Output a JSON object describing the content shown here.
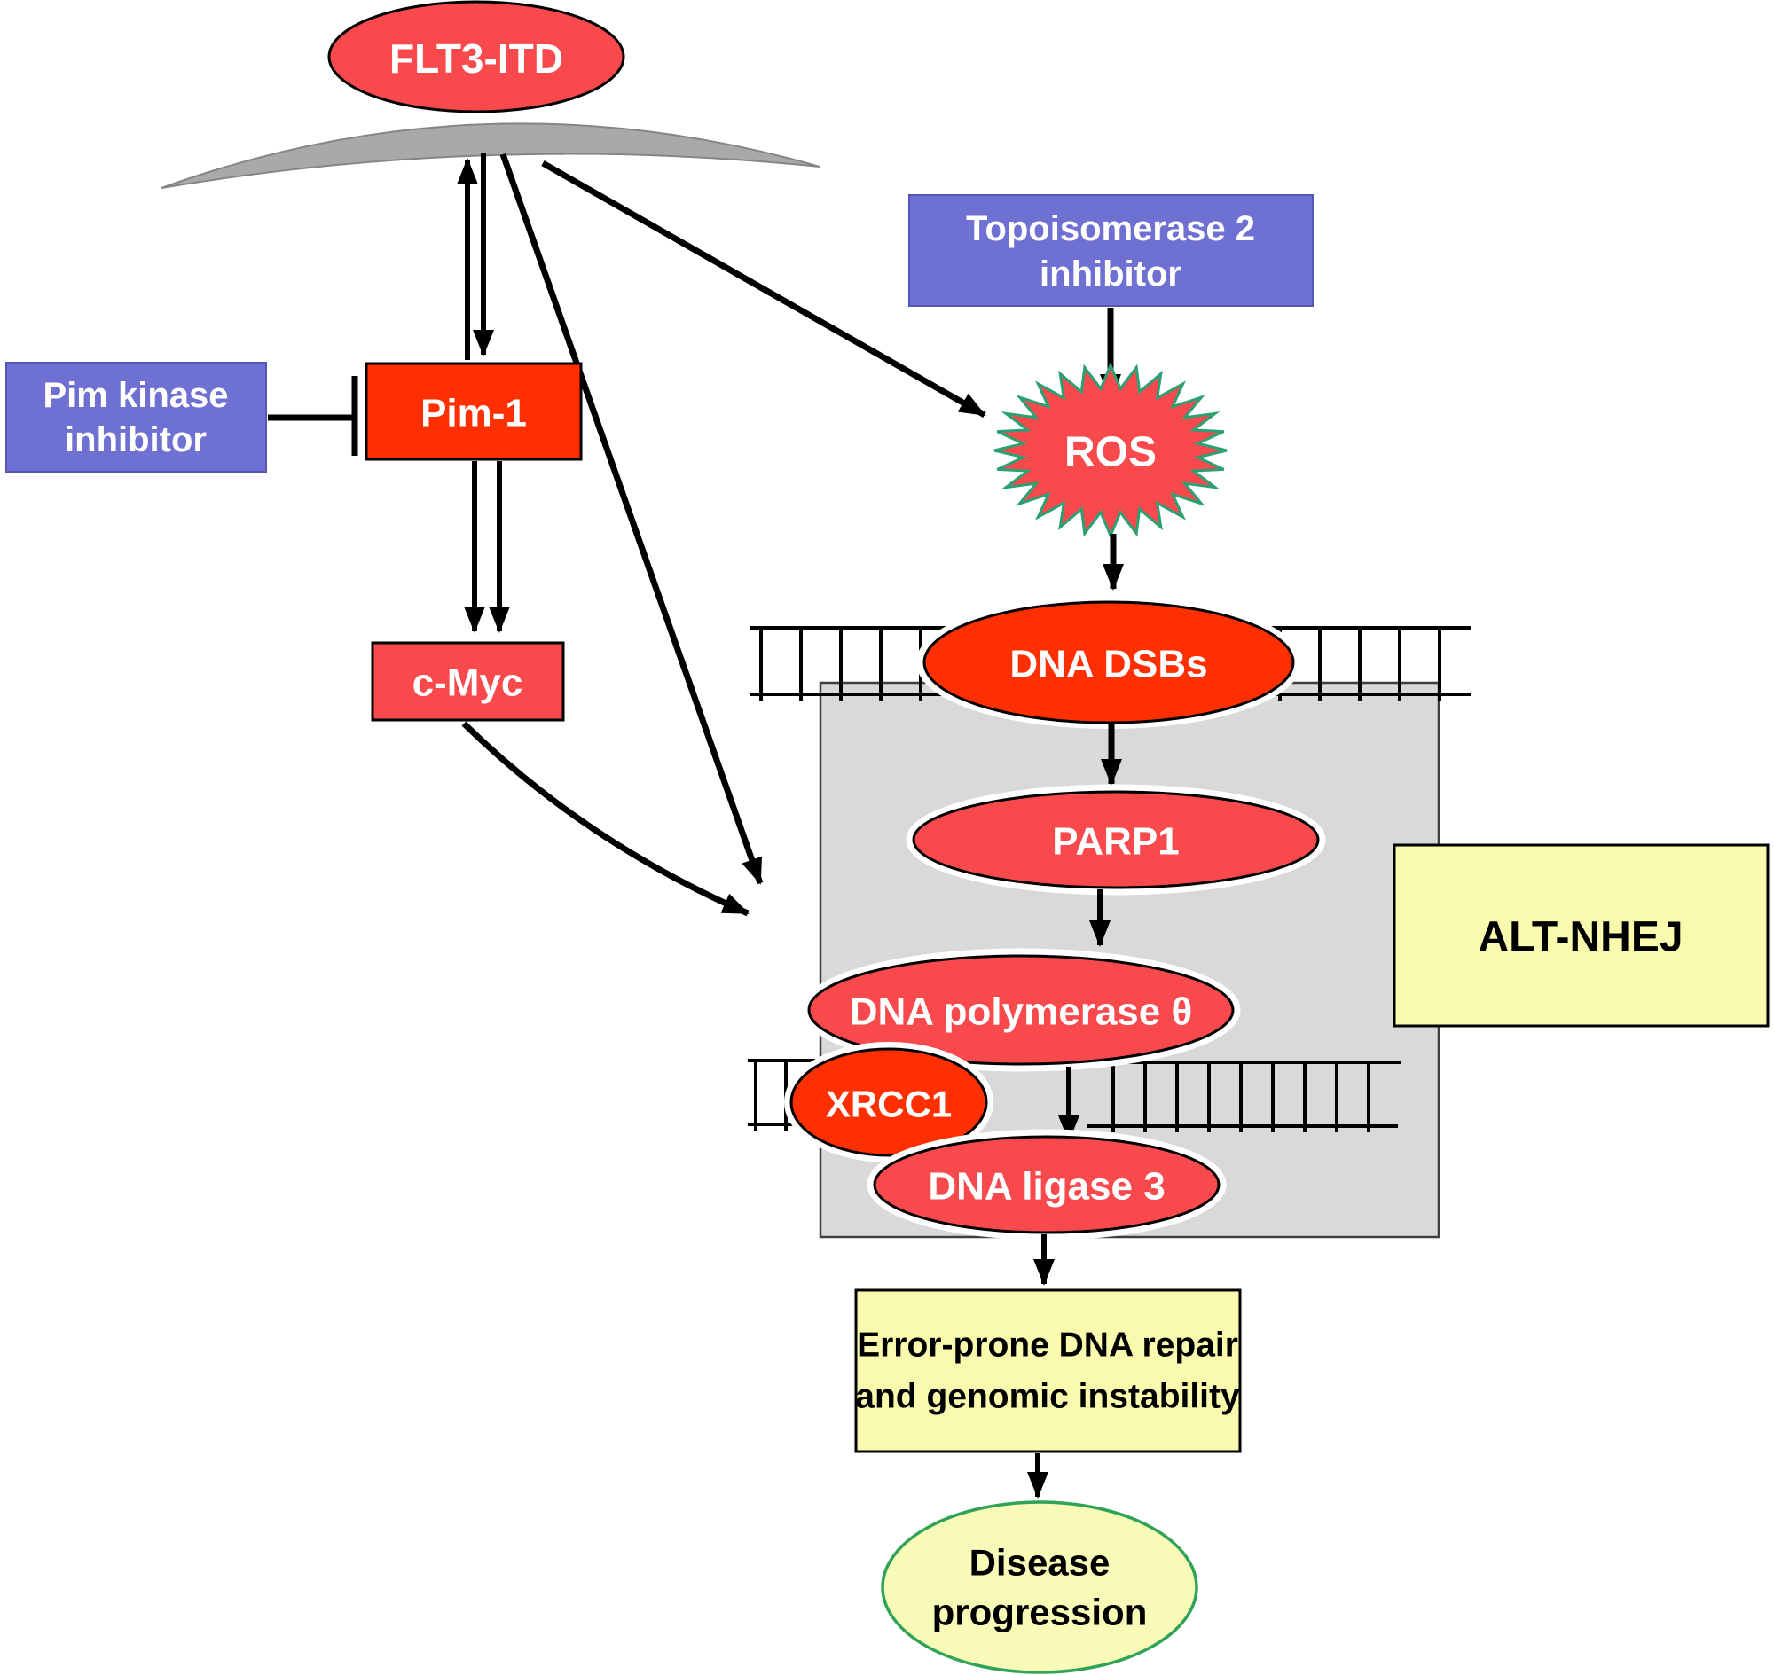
{
  "figure": {
    "description": "FLT3-ITD signaling pathway to ALT-NHEJ error-prone DNA repair"
  },
  "nodes": {
    "flt3_itd": {
      "label": "FLT3-ITD"
    },
    "pim_kinase_inhibitor": {
      "line1": "Pim kinase",
      "line2": "inhibitor"
    },
    "pim1": {
      "label": "Pim-1"
    },
    "cmyc": {
      "label": "c-Myc"
    },
    "topo2_inhibitor": {
      "line1": "Topoisomerase 2",
      "line2": "inhibitor"
    },
    "ros": {
      "label": "ROS"
    },
    "dna_dsbs": {
      "label": "DNA DSBs"
    },
    "parp1": {
      "label": "PARP1"
    },
    "dna_pol_theta": {
      "label": "DNA polymerase θ"
    },
    "xrcc1": {
      "label": "XRCC1"
    },
    "dna_ligase3": {
      "label": "DNA ligase 3"
    },
    "alt_nhej": {
      "label": "ALT-NHEJ"
    },
    "error_prone": {
      "line1": "Error-prone DNA repair",
      "line2": "and genomic instability"
    },
    "disease_progression": {
      "line1": "Disease",
      "line2": "progression"
    }
  },
  "colors": {
    "salmon": "#f8494d",
    "orange_red": "#fe2f01",
    "purple": "#6e70d2",
    "purple_border": "#5355b8",
    "pale_yellow": "#fafaae",
    "disease_yellow": "#f8fbb8",
    "ros_border": "#2aa073",
    "disease_border": "#31a356",
    "gray_panel": "#d9d9d9",
    "gray_panel_border": "#3f3f3f",
    "membrane_gray": "#a9a9a9",
    "membrane_border": "#858585",
    "line_black": "#000000"
  }
}
